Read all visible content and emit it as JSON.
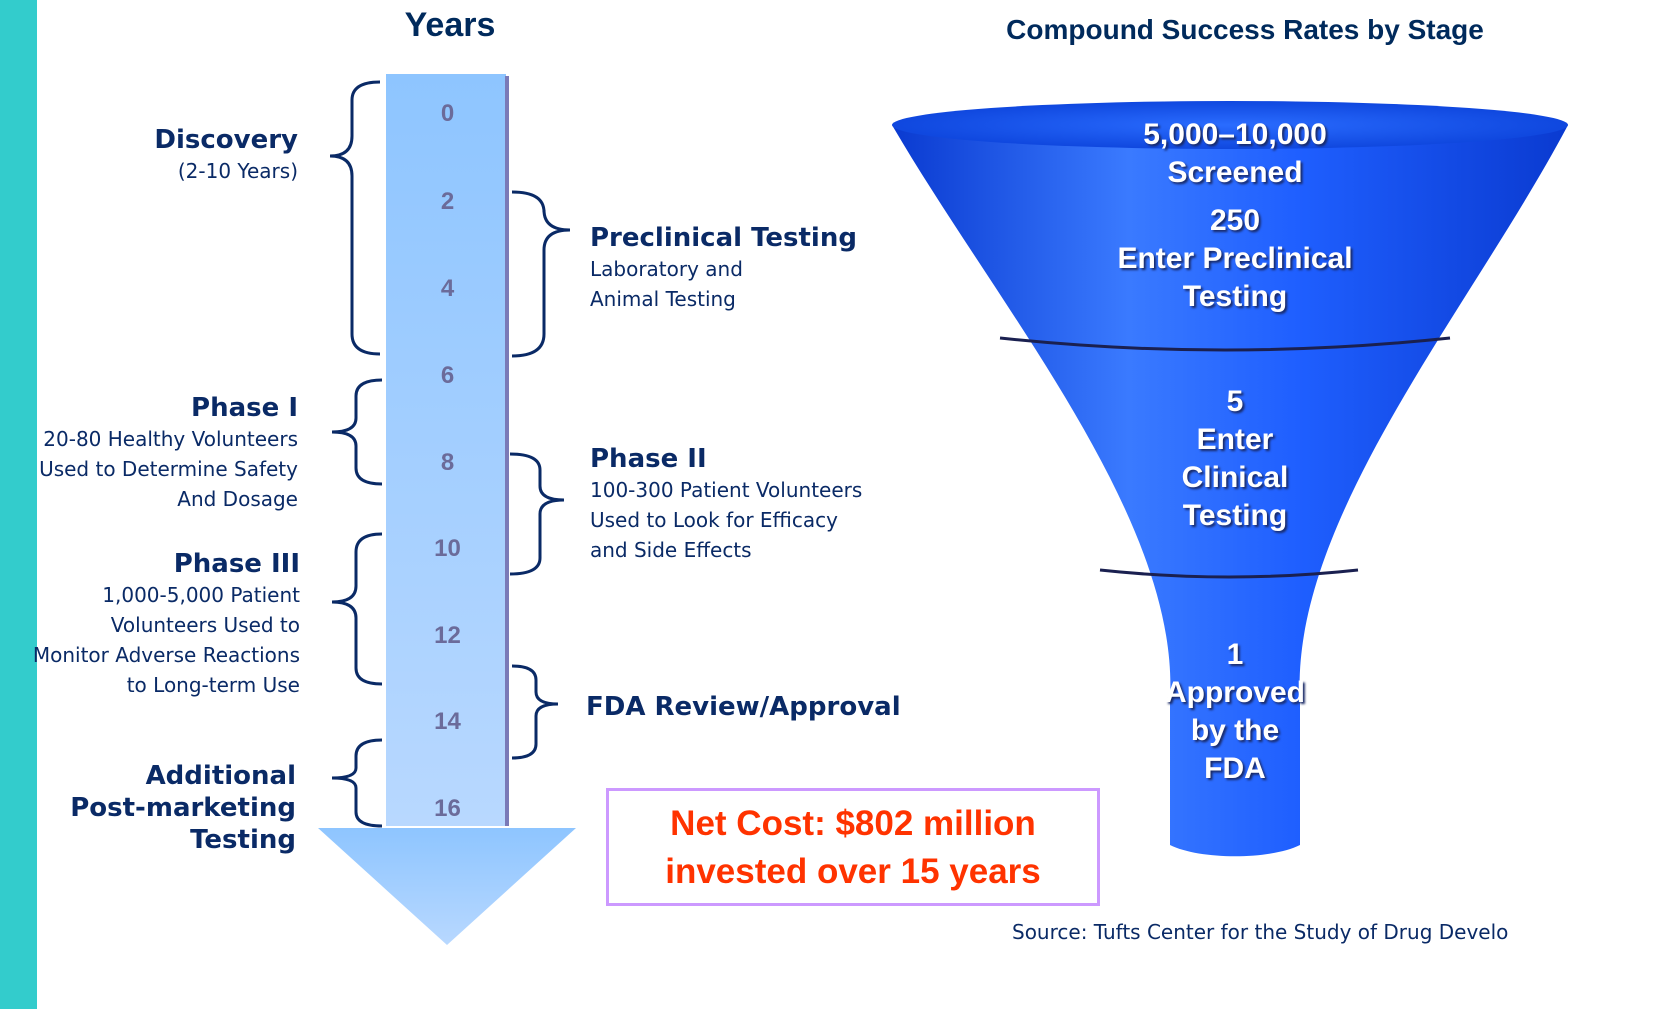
{
  "timeline": {
    "title": "Years",
    "ticks": [
      "0",
      "2",
      "4",
      "6",
      "8",
      "10",
      "12",
      "14",
      "16"
    ]
  },
  "stages_left": [
    {
      "title": "Discovery",
      "desc": [
        "(2-10 Years)"
      ]
    },
    {
      "title": "Phase I",
      "desc": [
        "20-80 Healthy Volunteers",
        "Used to Determine Safety",
        "And Dosage"
      ]
    },
    {
      "title": "Phase III",
      "desc": [
        "1,000-5,000 Patient",
        "Volunteers Used to",
        "Monitor Adverse Reactions",
        "to Long-term Use"
      ]
    },
    {
      "title": [
        "Additional",
        "Post-marketing",
        "Testing"
      ]
    }
  ],
  "stages_right": [
    {
      "title": "Preclinical Testing",
      "desc": [
        "Laboratory and",
        "Animal Testing"
      ]
    },
    {
      "title": "Phase II",
      "desc": [
        "100-300 Patient Volunteers",
        "Used to Look for Efficacy",
        "and Side Effects"
      ]
    },
    {
      "title": "FDA Review/Approval"
    }
  ],
  "funnel": {
    "title": "Compound Success Rates by Stage",
    "labels": [
      [
        "5,000–10,000",
        "Screened"
      ],
      [
        "250",
        "Enter Preclinical",
        "Testing"
      ],
      [
        "5",
        "Enter",
        "Clinical",
        "Testing"
      ],
      [
        "1",
        "Approved",
        "by the",
        "FDA"
      ]
    ]
  },
  "cost": {
    "line1": "Net Cost:  $802 million",
    "line2": "invested over 15 years"
  },
  "source": "Source: Tufts Center for the Study of Drug Develo",
  "colors": {
    "side_bar": "#33cccc",
    "arrow": "#99ccff",
    "funnel": "#1f5fff",
    "text_dark": "#0a2a66",
    "cost_text": "#ff3300",
    "cost_border": "#cc99ff"
  }
}
